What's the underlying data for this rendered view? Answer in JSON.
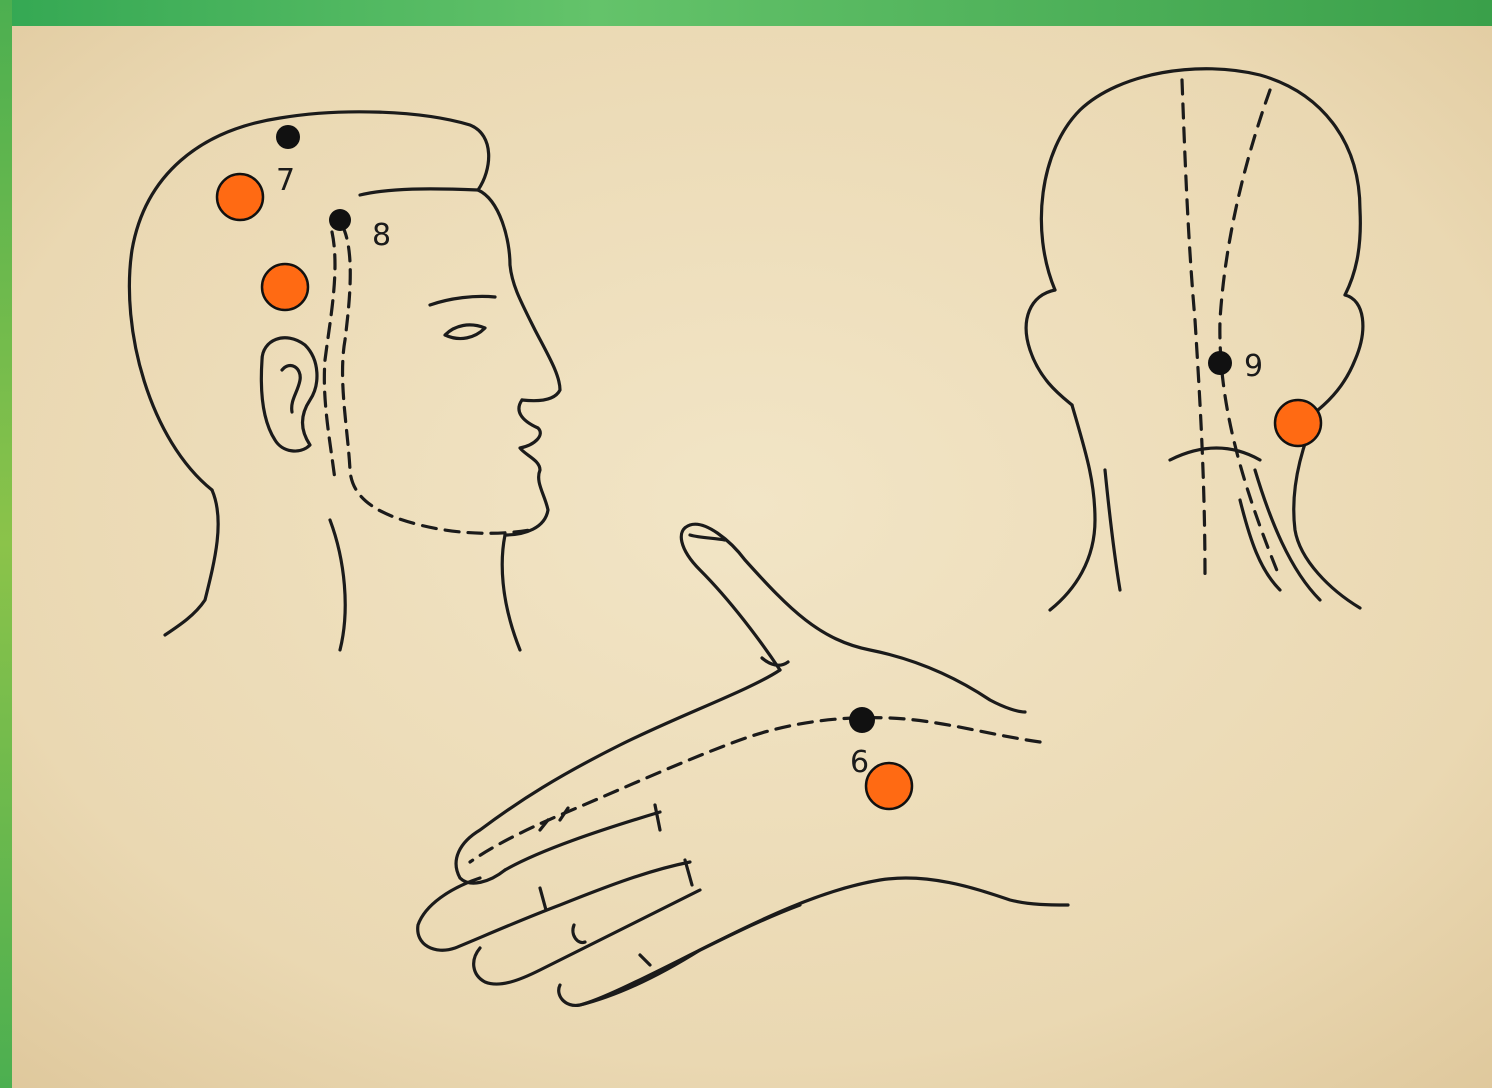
{
  "banner": {
    "title": ""
  },
  "point_labels": {
    "p6": "6",
    "p7": "7",
    "p8": "8",
    "p9": "9"
  },
  "colors": {
    "paper": "#ecdcb8",
    "ink": "#1b1b1b",
    "marker_fill": "#ff6a13",
    "marker_stroke": "#111111",
    "banner": "#3aa04a"
  }
}
